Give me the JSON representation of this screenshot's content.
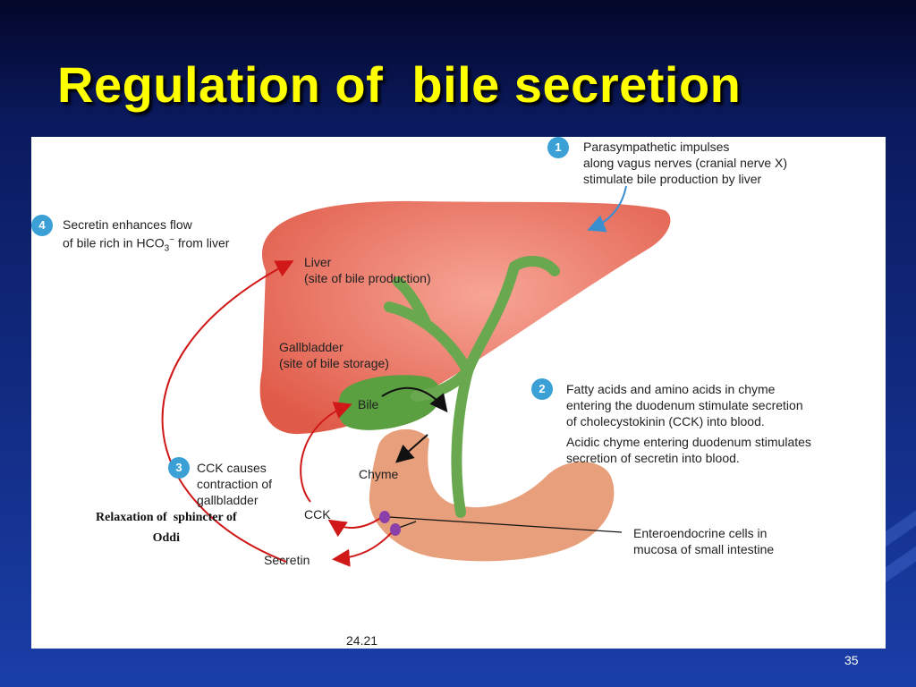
{
  "slide": {
    "title": "Regulation of  bile secretion",
    "page_number": "35",
    "figure_number": "24.21"
  },
  "steps": [
    {
      "number": "1",
      "text": "Parasympathetic impulses\nalong vagus nerves (cranial nerve X)\nstimulate bile production by liver"
    },
    {
      "number": "2",
      "text": "Fatty acids and amino acids in chyme\nentering the duodenum stimulate secretion\nof cholecystokinin (CCK) into blood.",
      "text2": "Acidic chyme entering duodenum stimulates\nsecretion of secretin into blood."
    },
    {
      "number": "3",
      "text": "CCK causes\ncontraction of\ngallbladder"
    },
    {
      "number": "4",
      "text_line1": "Secretin enhances flow",
      "text_line2_pre": "of bile rich in HCO",
      "subscript": "3",
      "superscript": "−",
      "text_line2_post": " from liver"
    }
  ],
  "labels": {
    "liver": "Liver\n(site of bile production)",
    "gallbladder": "Gallbladder\n(site of bile storage)",
    "bile": "Bile",
    "chyme": "Chyme",
    "cck": "CCK",
    "secretin": "Secretin",
    "enteroendocrine": "Enteroendocrine cells in\nmucosa of small intestine",
    "annotation": "Relaxation of  sphincter of\nOddi"
  },
  "colors": {
    "title": "#ffff00",
    "liver": "#ec7464",
    "duct": "#6aa84f",
    "intestine": "#e8a07c",
    "arrow": "#d01818",
    "badge": "#3aa0d6"
  }
}
